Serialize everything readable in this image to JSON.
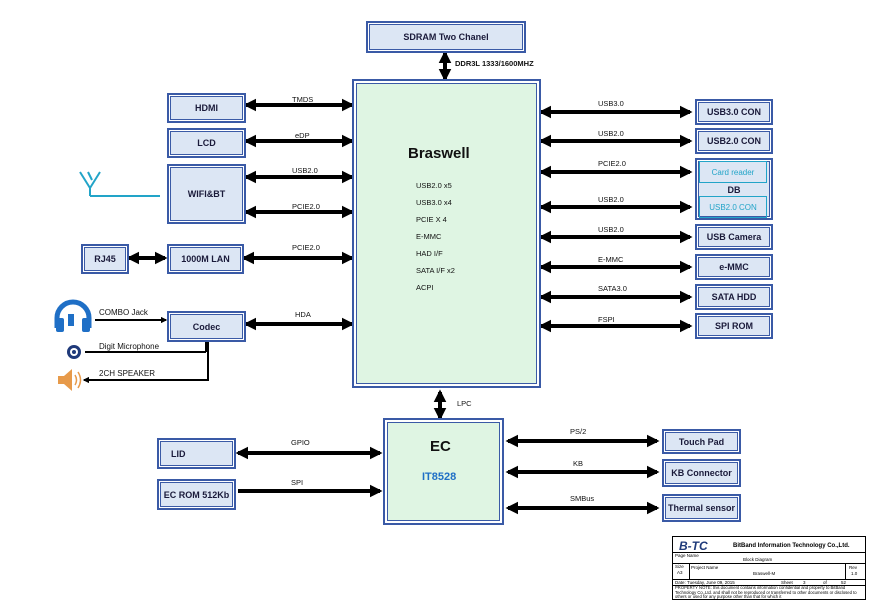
{
  "soc": {
    "name": "Braswell",
    "features": [
      "USB2.0 x5",
      "USB3.0 x4",
      "PCIE X 4",
      "E-MMC",
      "HAD I/F",
      "SATA I/F x2",
      "ACPI"
    ]
  },
  "sdram": {
    "label": "SDRAM Two Chanel",
    "bus": "DDR3L 1333/1600MHZ"
  },
  "left_blocks": {
    "hdmi": "HDMI",
    "lcd": "LCD",
    "wifi": "WIFI&BT",
    "lan": "1000M LAN",
    "rj45": "RJ45",
    "codec": "Codec"
  },
  "left_buses": {
    "hdmi": "TMDS",
    "lcd": "eDP",
    "wifi_usb": "USB2.0",
    "wifi_pcie": "PCIE2.0",
    "lan": "PCIE2.0",
    "codec": "HDA"
  },
  "audio": {
    "combo": "COMBO Jack",
    "mic": "Digit  Microphone",
    "speaker": "2CH SPEAKER"
  },
  "right_blocks": {
    "usb3": "USB3.0 CON",
    "usb2": "USB2.0 CON",
    "card_reader": "Card reader",
    "db": "DB",
    "db_usb": "USB2.0  CON",
    "camera": "USB Camera",
    "emmc": "e-MMC",
    "sata": "SATA HDD",
    "spirom": "SPI ROM"
  },
  "right_buses": {
    "usb3": "USB3.0",
    "usb2": "USB2.0",
    "pcie": "PCIE2.0",
    "db_usb": "USB2.0",
    "camera": "USB2.0",
    "emmc": "E-MMC",
    "sata": "SATA3.0",
    "spi": "FSPI"
  },
  "lpc": "LPC",
  "ec": {
    "name": "EC",
    "part": "IT8528"
  },
  "ec_left": {
    "lid": "LID",
    "ecrom": "EC ROM  512Kb",
    "gpio": "GPIO",
    "spi": "SPI"
  },
  "ec_right": {
    "touchpad": "Touch Pad",
    "kb": "KB Connector",
    "thermal": "Thermal sensor",
    "ps2": "PS/2",
    "kb_bus": "KB",
    "smbus": "SMBus"
  },
  "titleblock": {
    "company": "BitBand Information Technology Co.,Ltd.",
    "page_name_label": "Page Name",
    "page_name": "Block Diagram",
    "size_label": "Size",
    "size": "A3",
    "project_label": "Project Name",
    "project": "Braswell-M",
    "rev_label": "Rev",
    "rev": "1.0",
    "date_label": "Date:",
    "date": "Tuesday, June 09, 2015",
    "sheet_label": "Sheet",
    "sheet": "3",
    "of_label": "of",
    "of": "52",
    "note": "PROPERTY NOTE: this document contains information confidential and property to BitBand Technology Co.,Ltd. and shall not be reproduced or transferred to other documents or disclosed to others or used for any purpose other than that for which it"
  },
  "colors": {
    "block_fill": "#dce6f4",
    "block_border": "#3a5aa6",
    "chip_fill": "#dff5e3",
    "accent_cyan": "#22a4c8",
    "link_blue": "#1f6fc6",
    "audio_orange": "#e79a4a"
  }
}
